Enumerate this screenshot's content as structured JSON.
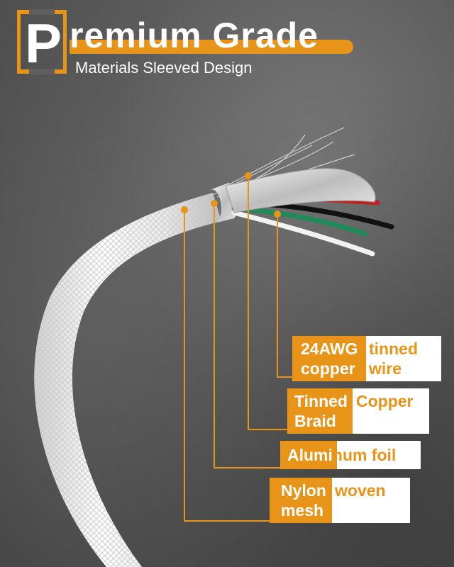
{
  "header": {
    "bracket_letter": "P",
    "title_rest": "remium Grade",
    "subtitle": "Materials Sleeved Design"
  },
  "colors": {
    "accent": "#e89418",
    "background": "#5c5c5c",
    "label_white": "#ffffff",
    "wire_red": "#c0221f",
    "wire_black": "#111111",
    "wire_green": "#1f8a5a",
    "wire_white": "#f2f2f2"
  },
  "labels": [
    {
      "id": "tinned-copper-wire",
      "line1_a": "24AWG",
      "line1_b": "tinned",
      "line2_a": "copper",
      "line2_b": "wire"
    },
    {
      "id": "tinned-copper-braid",
      "line1_a": "Tinned",
      "line1_b": "Copper",
      "line2_a": "Braid",
      "line2_b": ""
    },
    {
      "id": "aluminum-foil",
      "line1_a": "Alumi",
      "line1_b": "num foil"
    },
    {
      "id": "nylon-woven-mesh",
      "line1_a": "Nylon",
      "line1_b": "woven",
      "line2_a": "mesh",
      "line2_b": ""
    }
  ]
}
